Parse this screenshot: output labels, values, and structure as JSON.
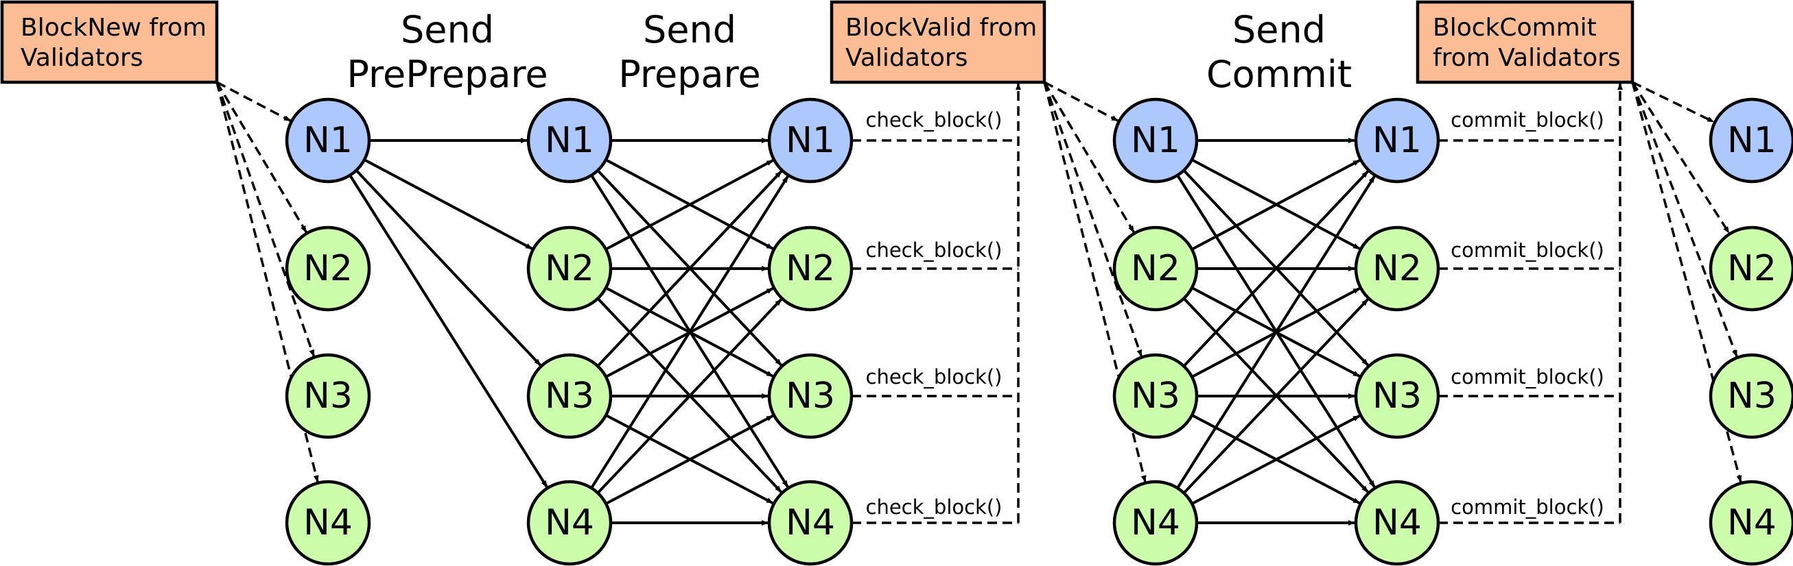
{
  "colors": {
    "leader_node": "#adc8fd",
    "replica_node": "#ccfdaa",
    "event_box": "#fcbc94",
    "stroke": "#000000"
  },
  "nodes": {
    "labels": [
      "N1",
      "N2",
      "N3",
      "N4"
    ]
  },
  "events": {
    "block_new": [
      "BlockNew from",
      "Validators"
    ],
    "block_valid": [
      "BlockValid from",
      "Validators"
    ],
    "block_commit": [
      "BlockCommit",
      "from Validators"
    ]
  },
  "phases": {
    "preprepare": [
      "Send",
      "PrePrepare"
    ],
    "prepare": [
      "Send",
      "Prepare"
    ],
    "commit": [
      "Send",
      "Commit"
    ]
  },
  "callbacks": {
    "check": "check_block()",
    "commit": "commit_block()"
  }
}
